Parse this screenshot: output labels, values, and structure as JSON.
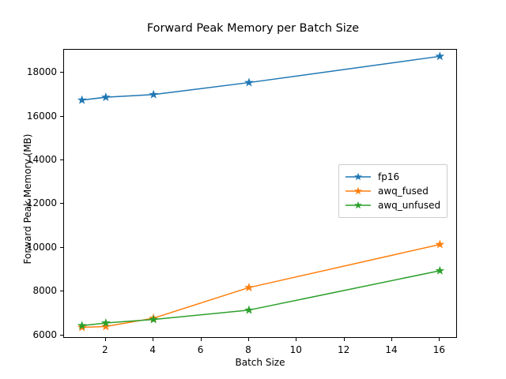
{
  "chart_data": {
    "type": "line",
    "title": "Forward Peak Memory per Batch Size",
    "xlabel": "Batch Size",
    "ylabel": "Forward Peak Memory (MB)",
    "x": [
      1,
      2,
      4,
      8,
      16
    ],
    "xlim": [
      0.25,
      16.75
    ],
    "ylim": [
      5840,
      19050
    ],
    "xticks": [
      2,
      4,
      6,
      8,
      10,
      12,
      14,
      16
    ],
    "yticks": [
      6000,
      8000,
      10000,
      12000,
      14000,
      16000,
      18000
    ],
    "grid": false,
    "legend_position": "center right",
    "marker": "star",
    "series": [
      {
        "name": "fp16",
        "color": "#1f77b4",
        "values": [
          16750,
          16880,
          17000,
          17550,
          18750
        ]
      },
      {
        "name": "awq_fused",
        "color": "#ff7f0e",
        "values": [
          6360,
          6400,
          6780,
          8180,
          10150
        ]
      },
      {
        "name": "awq_unfused",
        "color": "#2ca02c",
        "values": [
          6440,
          6560,
          6720,
          7150,
          8950
        ]
      }
    ]
  },
  "axes": {
    "ytick_labels": [
      "18000",
      "16000",
      "14000",
      "12000",
      "10000",
      "8000",
      "6000"
    ],
    "xtick_labels": [
      "2",
      "4",
      "6",
      "8",
      "10",
      "12",
      "14",
      "16"
    ]
  }
}
